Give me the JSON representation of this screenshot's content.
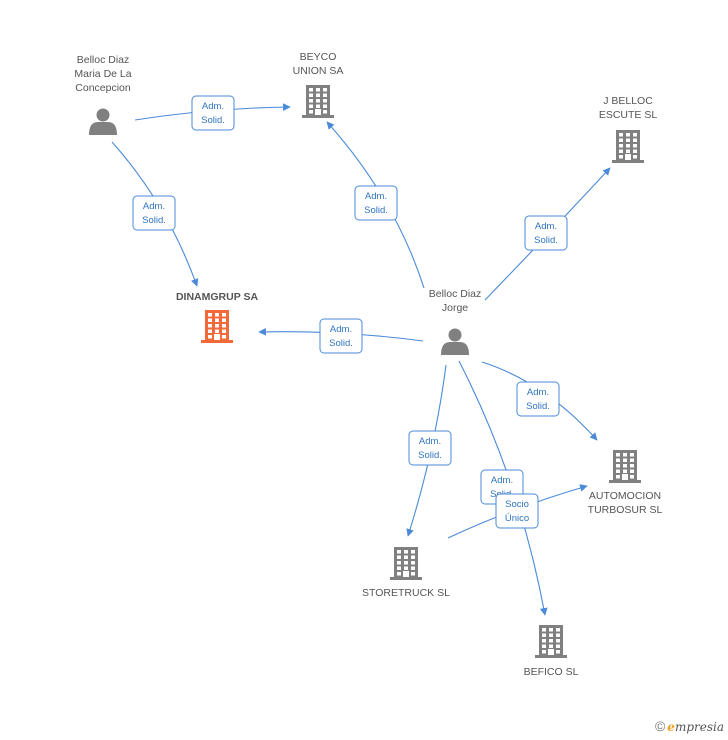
{
  "colors": {
    "edge": "#4a8ad8",
    "node": "#808080",
    "focus": "#f26a3a"
  },
  "nodes": [
    {
      "id": "belloc-maria",
      "type": "person",
      "lines": [
        "Belloc Diaz",
        "Maria De La",
        "Concepcion"
      ]
    },
    {
      "id": "beyco",
      "type": "company",
      "lines": [
        "BEYCO",
        "UNION SA"
      ]
    },
    {
      "id": "j-belloc",
      "type": "company",
      "lines": [
        "J BELLOC",
        "ESCUTE SL"
      ]
    },
    {
      "id": "dinamgrup",
      "type": "company",
      "focus": true,
      "lines": [
        "DINAMGRUP SA"
      ]
    },
    {
      "id": "belloc-jorge",
      "type": "person",
      "lines": [
        "Belloc Diaz",
        "Jorge"
      ]
    },
    {
      "id": "automocion",
      "type": "company",
      "lines": [
        "AUTOMOCION",
        "TURBOSUR SL"
      ]
    },
    {
      "id": "storetruck",
      "type": "company",
      "lines": [
        "STORETRUCK SL"
      ]
    },
    {
      "id": "befico",
      "type": "company",
      "lines": [
        "BEFICO SL"
      ]
    }
  ],
  "edges": [
    {
      "from": "belloc-maria",
      "to": "beyco",
      "label": [
        "Adm.",
        "Solid."
      ]
    },
    {
      "from": "belloc-maria",
      "to": "dinamgrup",
      "label": [
        "Adm.",
        "Solid."
      ]
    },
    {
      "from": "belloc-jorge",
      "to": "beyco",
      "label": [
        "Adm.",
        "Solid."
      ]
    },
    {
      "from": "belloc-jorge",
      "to": "j-belloc",
      "label": [
        "Adm.",
        "Solid."
      ]
    },
    {
      "from": "belloc-jorge",
      "to": "dinamgrup",
      "label": [
        "Adm.",
        "Solid."
      ]
    },
    {
      "from": "belloc-jorge",
      "to": "automocion",
      "label": [
        "Adm.",
        "Solid."
      ]
    },
    {
      "from": "belloc-jorge",
      "to": "storetruck",
      "label": [
        "Adm.",
        "Solid."
      ]
    },
    {
      "from": "belloc-jorge",
      "to": "befico",
      "label": [
        "Adm.",
        "Solid."
      ]
    },
    {
      "from": "storetruck",
      "to": "automocion",
      "label": [
        "Socio",
        "Único"
      ]
    }
  ],
  "watermark": {
    "copyright": "©",
    "brand_initial": "e",
    "brand_rest": "mpresia"
  }
}
